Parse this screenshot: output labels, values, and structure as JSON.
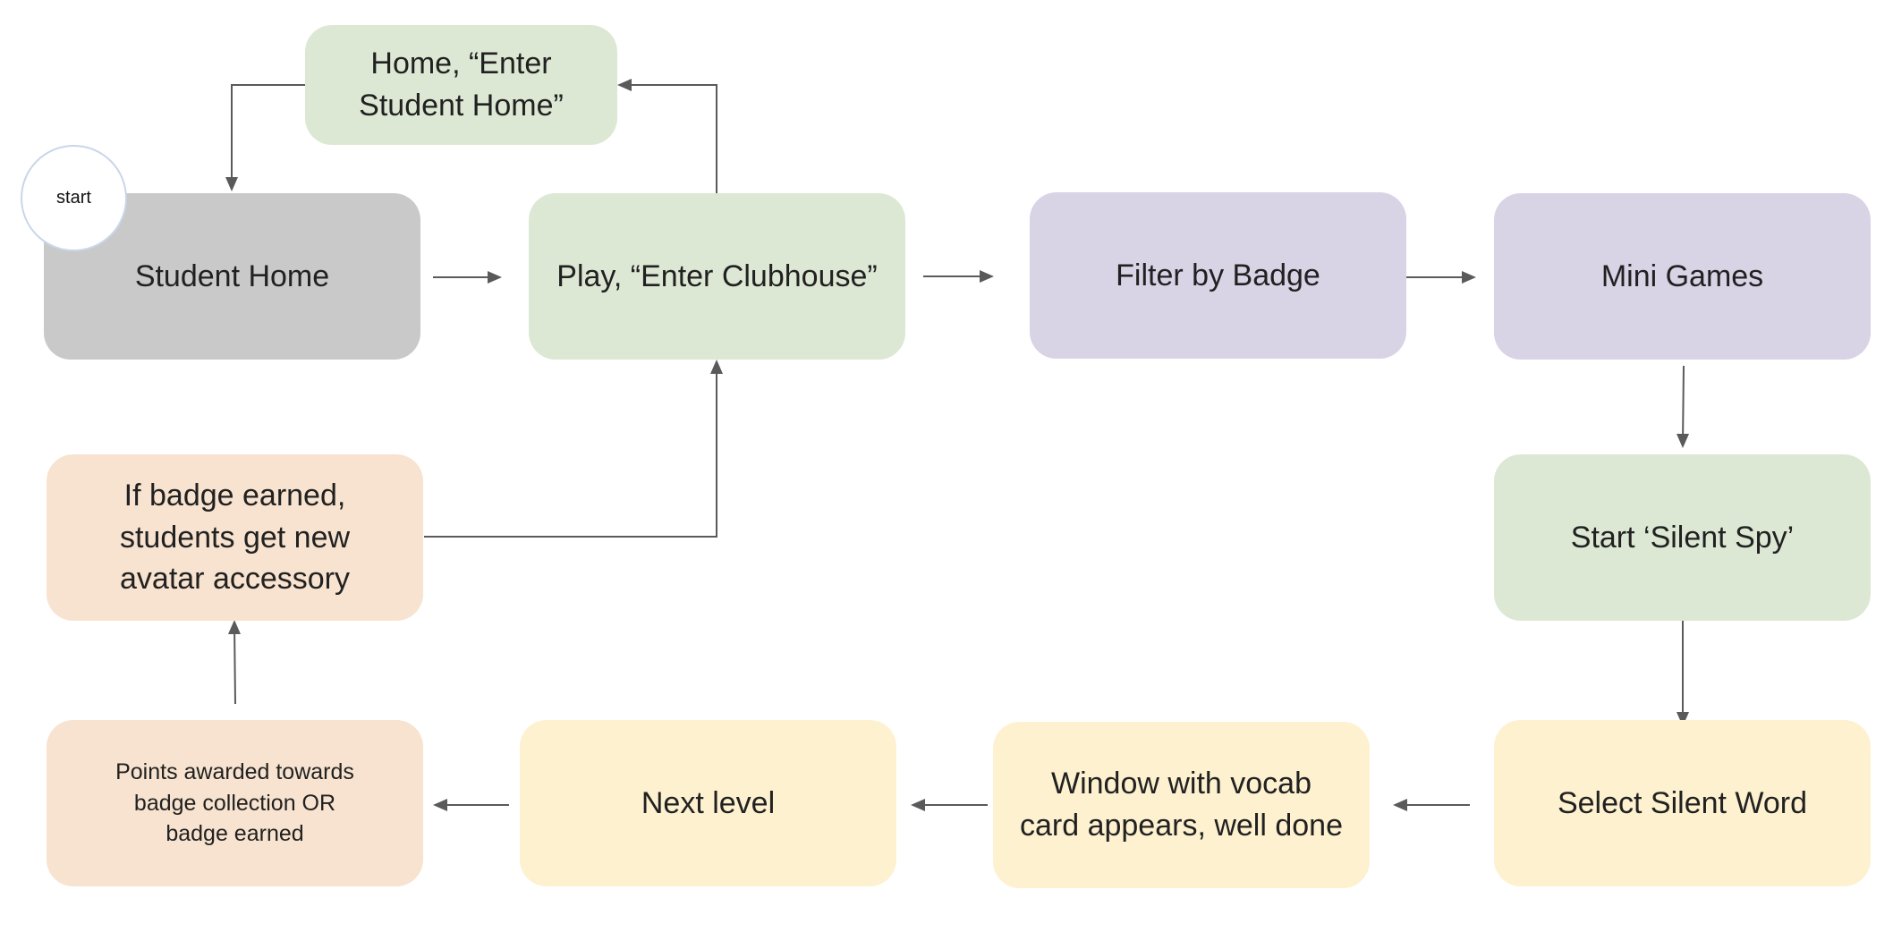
{
  "diagram": {
    "start_label": "start",
    "nodes": {
      "student_home": "Student Home",
      "home_enter": "Home, “Enter\nStudent Home”",
      "play_clubhouse": "Play, “Enter Clubhouse”",
      "filter_badge": "Filter by Badge",
      "mini_games": "Mini Games",
      "silent_spy": "Start ‘Silent Spy’",
      "select_word": "Select Silent Word",
      "vocab_window": "Window with vocab\ncard appears, well done",
      "next_level": "Next level",
      "points": "Points awarded towards\nbadge collection OR\nbadge earned",
      "badge_earned": "If badge earned,\nstudents get new\navatar accessory"
    },
    "colors": {
      "gray": "#c9c9c9",
      "green": "#dde8d4",
      "purple": "#d9d3e6",
      "orange": "#f7e3cf",
      "yellow": "#fdf1cf",
      "connector": "#5a5a5a"
    }
  }
}
